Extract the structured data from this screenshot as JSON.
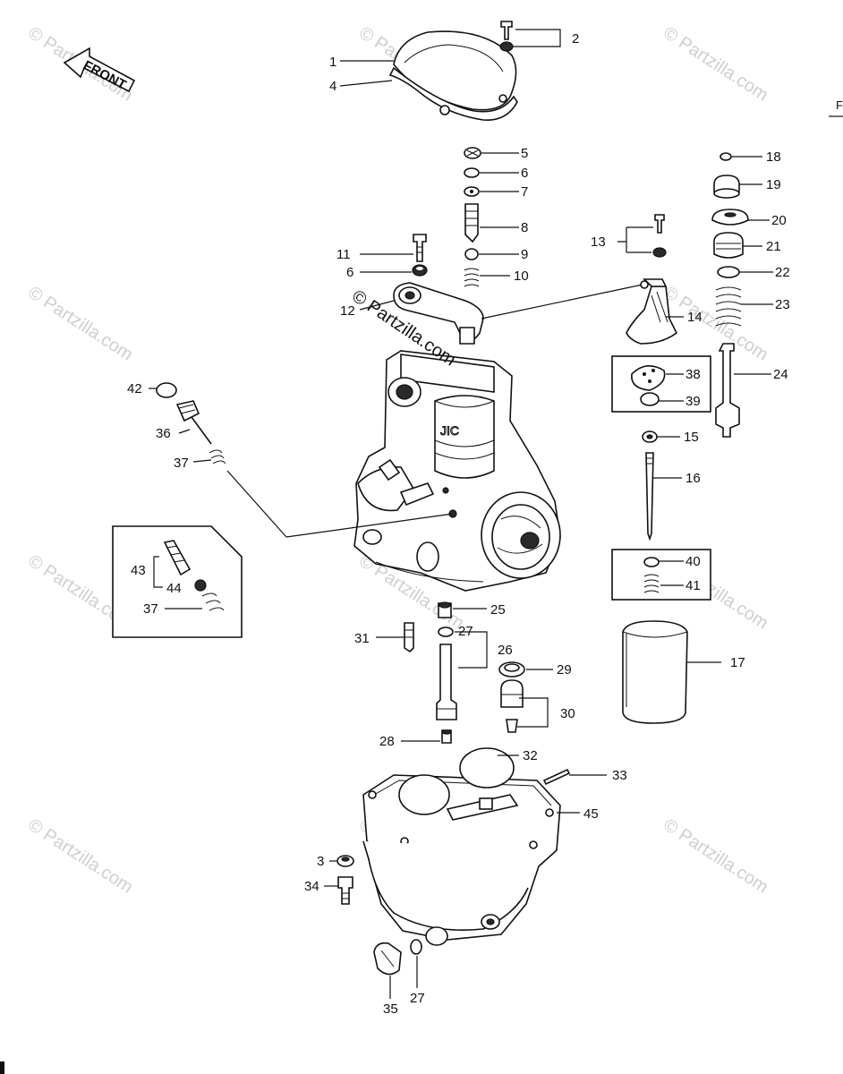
{
  "watermark_text": "© Partzilla.com",
  "center_watermark_text": "© Partzilla.com",
  "front_label": "FRONT",
  "edge_letter": "F",
  "callouts": {
    "c1": "1",
    "c2": "2",
    "c3": "3",
    "c4": "4",
    "c5": "5",
    "c6a": "6",
    "c6b": "6",
    "c7": "7",
    "c8": "8",
    "c9": "9",
    "c10": "10",
    "c11": "11",
    "c12": "12",
    "c13": "13",
    "c14": "14",
    "c15": "15",
    "c16": "16",
    "c17": "17",
    "c18": "18",
    "c19": "19",
    "c20": "20",
    "c21": "21",
    "c22": "22",
    "c23": "23",
    "c24": "24",
    "c25": "25",
    "c26": "26",
    "c27a": "27",
    "c27b": "27",
    "c28": "28",
    "c29": "29",
    "c30": "30",
    "c31": "31",
    "c32": "32",
    "c33": "33",
    "c34": "34",
    "c35": "35",
    "c36": "36",
    "c37a": "37",
    "c37b": "37",
    "c38": "38",
    "c39": "39",
    "c40": "40",
    "c41": "41",
    "c42": "42",
    "c43": "43",
    "c44": "44",
    "c45": "45"
  }
}
